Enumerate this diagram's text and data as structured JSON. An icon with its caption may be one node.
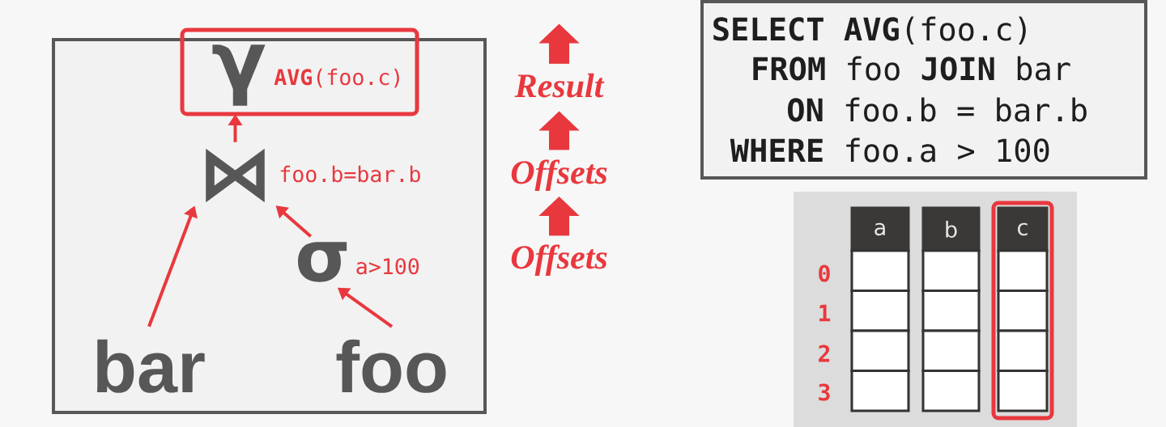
{
  "diagram": {
    "nodes": [
      {
        "text": [],
        "shape": "box"
      },
      {
        "text": [
          "γ",
          "**AVG**(foo.c)"
        ]
      },
      {
        "text": [
          "⋈",
          "foo.b=bar.b"
        ],
        "in": 0
      },
      {
        "text": [
          "σ",
          "a>100"
        ],
        "in": 0
      },
      {
        "text": [
          "bar"
        ],
        "in": 0
      },
      {
        "text": [
          "foo"
        ],
        "in": 0
      },
      {
        "text": [
          "Result"
        ]
      },
      {
        "text": [
          "Offsets"
        ]
      },
      {
        "text": [
          "Offsets"
        ]
      },
      {
        "text": [
          "**SELECT AVG**(foo.c)",
          "**FROM** foo **JOIN** bar",
          "**ON** foo.b = bar.b",
          "**WHERE** foo.a > 100"
        ]
      },
      {
        "text": [],
        "shape": "box"
      },
      {
        "text": [
          "a"
        ],
        "in": 10
      },
      {
        "text": [
          "b"
        ],
        "in": 10
      },
      {
        "text": [],
        "shape": "box",
        "in": 10
      },
      {
        "text": [
          "c"
        ],
        "in": 13
      }
    ],
    "edges": [
      {
        "from": 4,
        "to": 2,
        "arrow": "to"
      },
      {
        "from": 3,
        "to": 2,
        "arrow": "to"
      },
      {
        "from": 5,
        "to": 3,
        "arrow": "to"
      },
      {
        "from": 2,
        "to": 1,
        "arrow": "to"
      },
      {
        "from": 8,
        "to": 7,
        "arrow": "to",
        "style": "thick"
      },
      {
        "from": 7,
        "to": 6,
        "arrow": "to",
        "style": "thick"
      },
      {
        "from": 6,
        "to": null,
        "arrow": "to",
        "style": "thick"
      }
    ],
    "labels": [
      "0",
      "1",
      "2",
      "3"
    ]
  }
}
